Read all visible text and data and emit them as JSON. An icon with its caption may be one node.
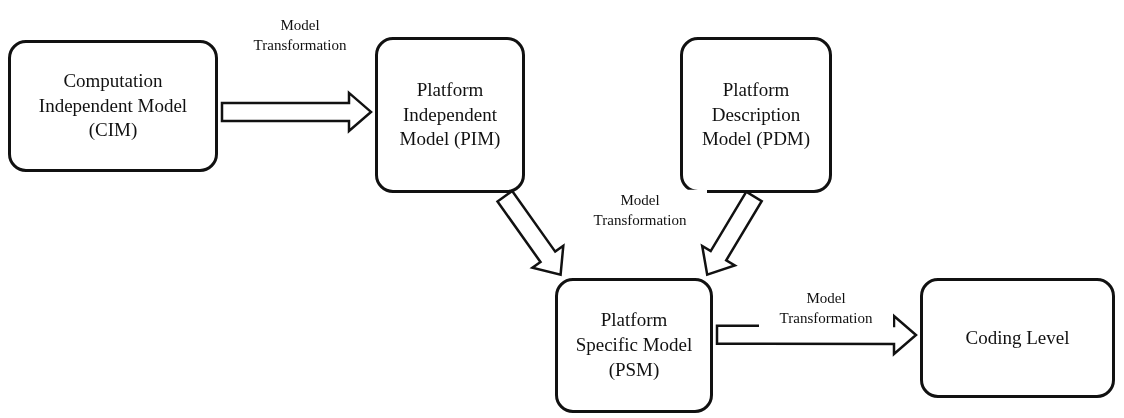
{
  "diagram": {
    "nodes": [
      {
        "text": [
          "Computation Independent Model (CIM)"
        ]
      },
      {
        "text": [
          "Platform Independent Model (PIM)"
        ]
      },
      {
        "text": [
          "Platform Description Model (PDM)"
        ]
      },
      {
        "text": [
          "Platform Specific Model (PSM)"
        ]
      },
      {
        "text": [
          "Coding Level"
        ]
      }
    ],
    "edges": [
      {
        "from": 0,
        "to": 1,
        "arrow": "to",
        "label": "Model Transformation"
      },
      {
        "from": 1,
        "to": 3,
        "arrow": "to",
        "label": "Model Transformation"
      },
      {
        "from": 2,
        "to": 3,
        "arrow": "to"
      },
      {
        "from": 3,
        "to": 4,
        "arrow": "to",
        "label": "Model Transformation"
      }
    ]
  }
}
